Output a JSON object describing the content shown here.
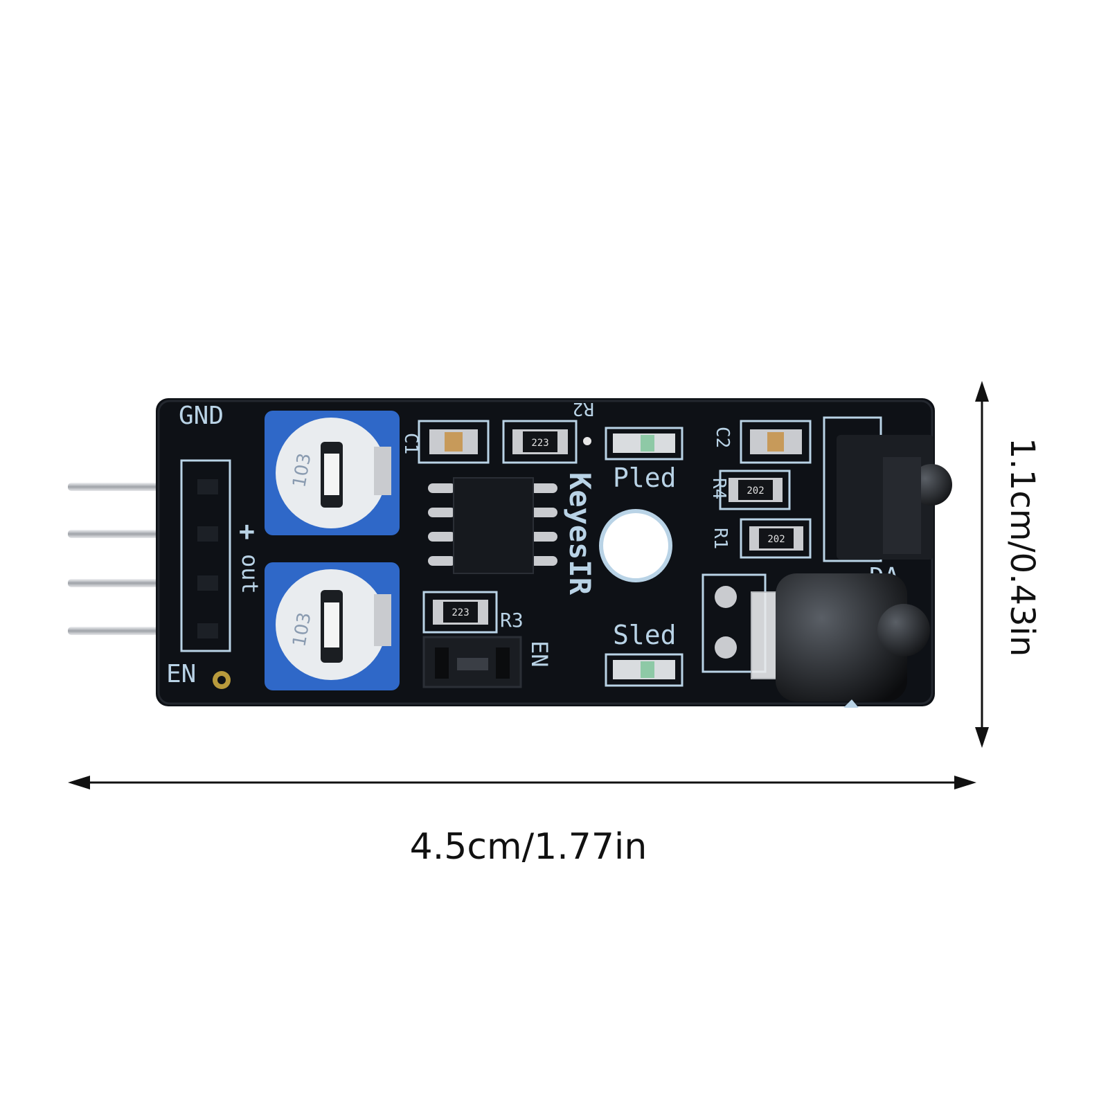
{
  "board": {
    "brand": "KeyesIR",
    "pin_labels": {
      "gnd": "GND",
      "plus": "+",
      "out": "out",
      "en": "EN"
    },
    "component_labels": {
      "r2": "R2",
      "r1": "R1",
      "r3": "R3",
      "r4": "R4",
      "c1": "C1",
      "c2": "C2",
      "en_jumper": "EN",
      "pled": "Pled",
      "sled": "Sled",
      "da": "DA"
    },
    "resistor_codes": {
      "r2": "223",
      "r3": "223",
      "r4": "202",
      "r1": "202"
    },
    "pot_code": "103",
    "colors": {
      "pcb": "#0e1116",
      "silkscreen": "#b9d3e6",
      "pot_blue": "#2f68c8",
      "pin_metal": "#c9cbcf"
    }
  },
  "dimensions": {
    "width_label": "4.5cm/1.77in",
    "height_label": "1.1cm/0.43in"
  }
}
